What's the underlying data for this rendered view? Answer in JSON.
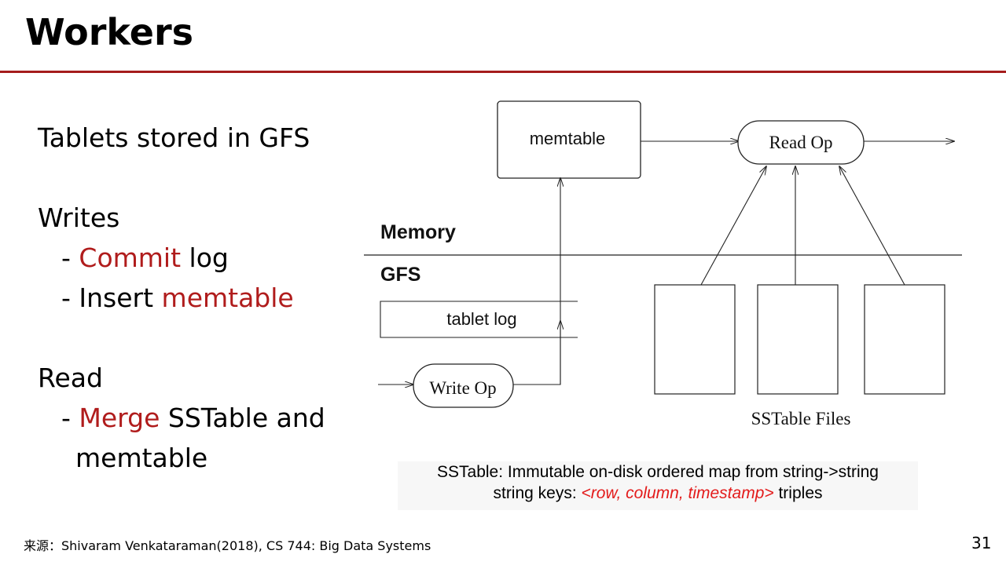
{
  "slide": {
    "title": "Workers",
    "page_number": "31",
    "source": "来源：Shivaram Venkataraman(2018), CS 744: Big Data Systems"
  },
  "body": {
    "line1": "Tablets stored in GFS",
    "writes_heading": "Writes",
    "writes_item1_prefix": "- ",
    "writes_item1_highlight": "Commit",
    "writes_item1_rest": " log",
    "writes_item2_prefix": "- Insert ",
    "writes_item2_highlight": "memtable",
    "read_heading": "Read",
    "read_item1_prefix": "- ",
    "read_item1_highlight": "Merge",
    "read_item1_rest": " SSTable and",
    "read_item1_cont": "memtable",
    "highlight_color": "#b01c1c"
  },
  "diagram": {
    "memtable_label": "memtable",
    "read_op_label": "Read Op",
    "memory_label": "Memory",
    "gfs_label": "GFS",
    "tablet_log_label": "tablet log",
    "write_op_label": "Write Op",
    "sstable_files_label": "SSTable Files"
  },
  "caption": {
    "line1": "SSTable: Immutable on-disk ordered map from string->string",
    "line2_prefix": "string keys: ",
    "line2_highlight": "<row, column, timestamp>",
    "line2_suffix": " triples"
  }
}
